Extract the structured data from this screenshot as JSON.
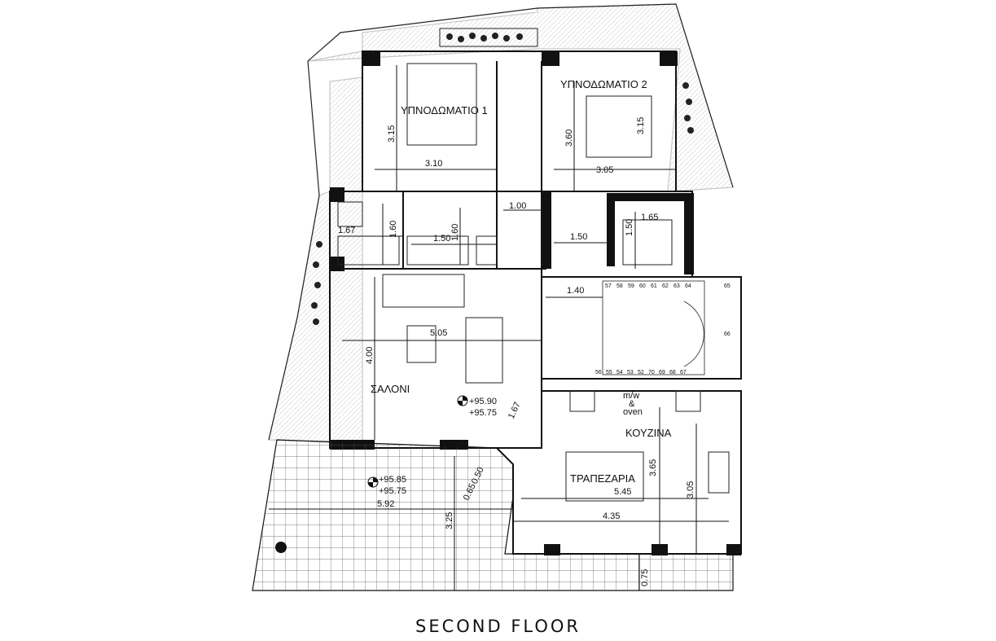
{
  "title": "SECOND FLOOR",
  "rooms": {
    "bedroom1": "ΥΠΝΟΔΩΜΑΤΙΟ 1",
    "bedroom2": "ΥΠΝΟΔΩΜΑΤΙΟ 2",
    "living": "ΣΑΛΟΝΙ",
    "kitchen": "ΚΟΥΖΙΝΑ",
    "dining": "ΤΡΑΠΕΖΑΡΙΑ",
    "appliance_line1": "m/w",
    "appliance_line2": "&",
    "appliance_line3": "oven"
  },
  "dimensions": {
    "bed1_height": "3.15",
    "bed1_width": "3.10",
    "hall_height": "3.60",
    "bed2_width": "3.05",
    "bed2_height": "3.15",
    "hall_width": "1.00",
    "wc1_width": "1.67",
    "wc1_height": "1.60",
    "bath_width": "1.50",
    "bath_height": "1.60",
    "lobby_width": "1.50",
    "lift_width": "1.65",
    "lift_height": "1.50",
    "stair_width": "1.40",
    "living_width": "5.05",
    "living_height": "4.00",
    "diag": "1.67",
    "kitchen_height": "3.65",
    "kitchen_inner_height": "3.05",
    "dining_width": "5.45",
    "kitchen_width": "4.35",
    "terrace_width": "5.92",
    "terrace_height": "3.25",
    "d050": "0.50",
    "d065": "0.65",
    "d075": "0.75"
  },
  "levels": {
    "living_top": "+95.90",
    "living_bottom": "+95.75",
    "terrace_top": "+95.85",
    "terrace_bottom": "+95.75"
  },
  "stairs": {
    "top": [
      "57",
      "58",
      "59",
      "60",
      "61",
      "62",
      "63",
      "64"
    ],
    "top_right": "65",
    "right": "66",
    "bottom": [
      "56",
      "55",
      "54",
      "53",
      "52",
      "70",
      "69",
      "68",
      "67"
    ]
  }
}
